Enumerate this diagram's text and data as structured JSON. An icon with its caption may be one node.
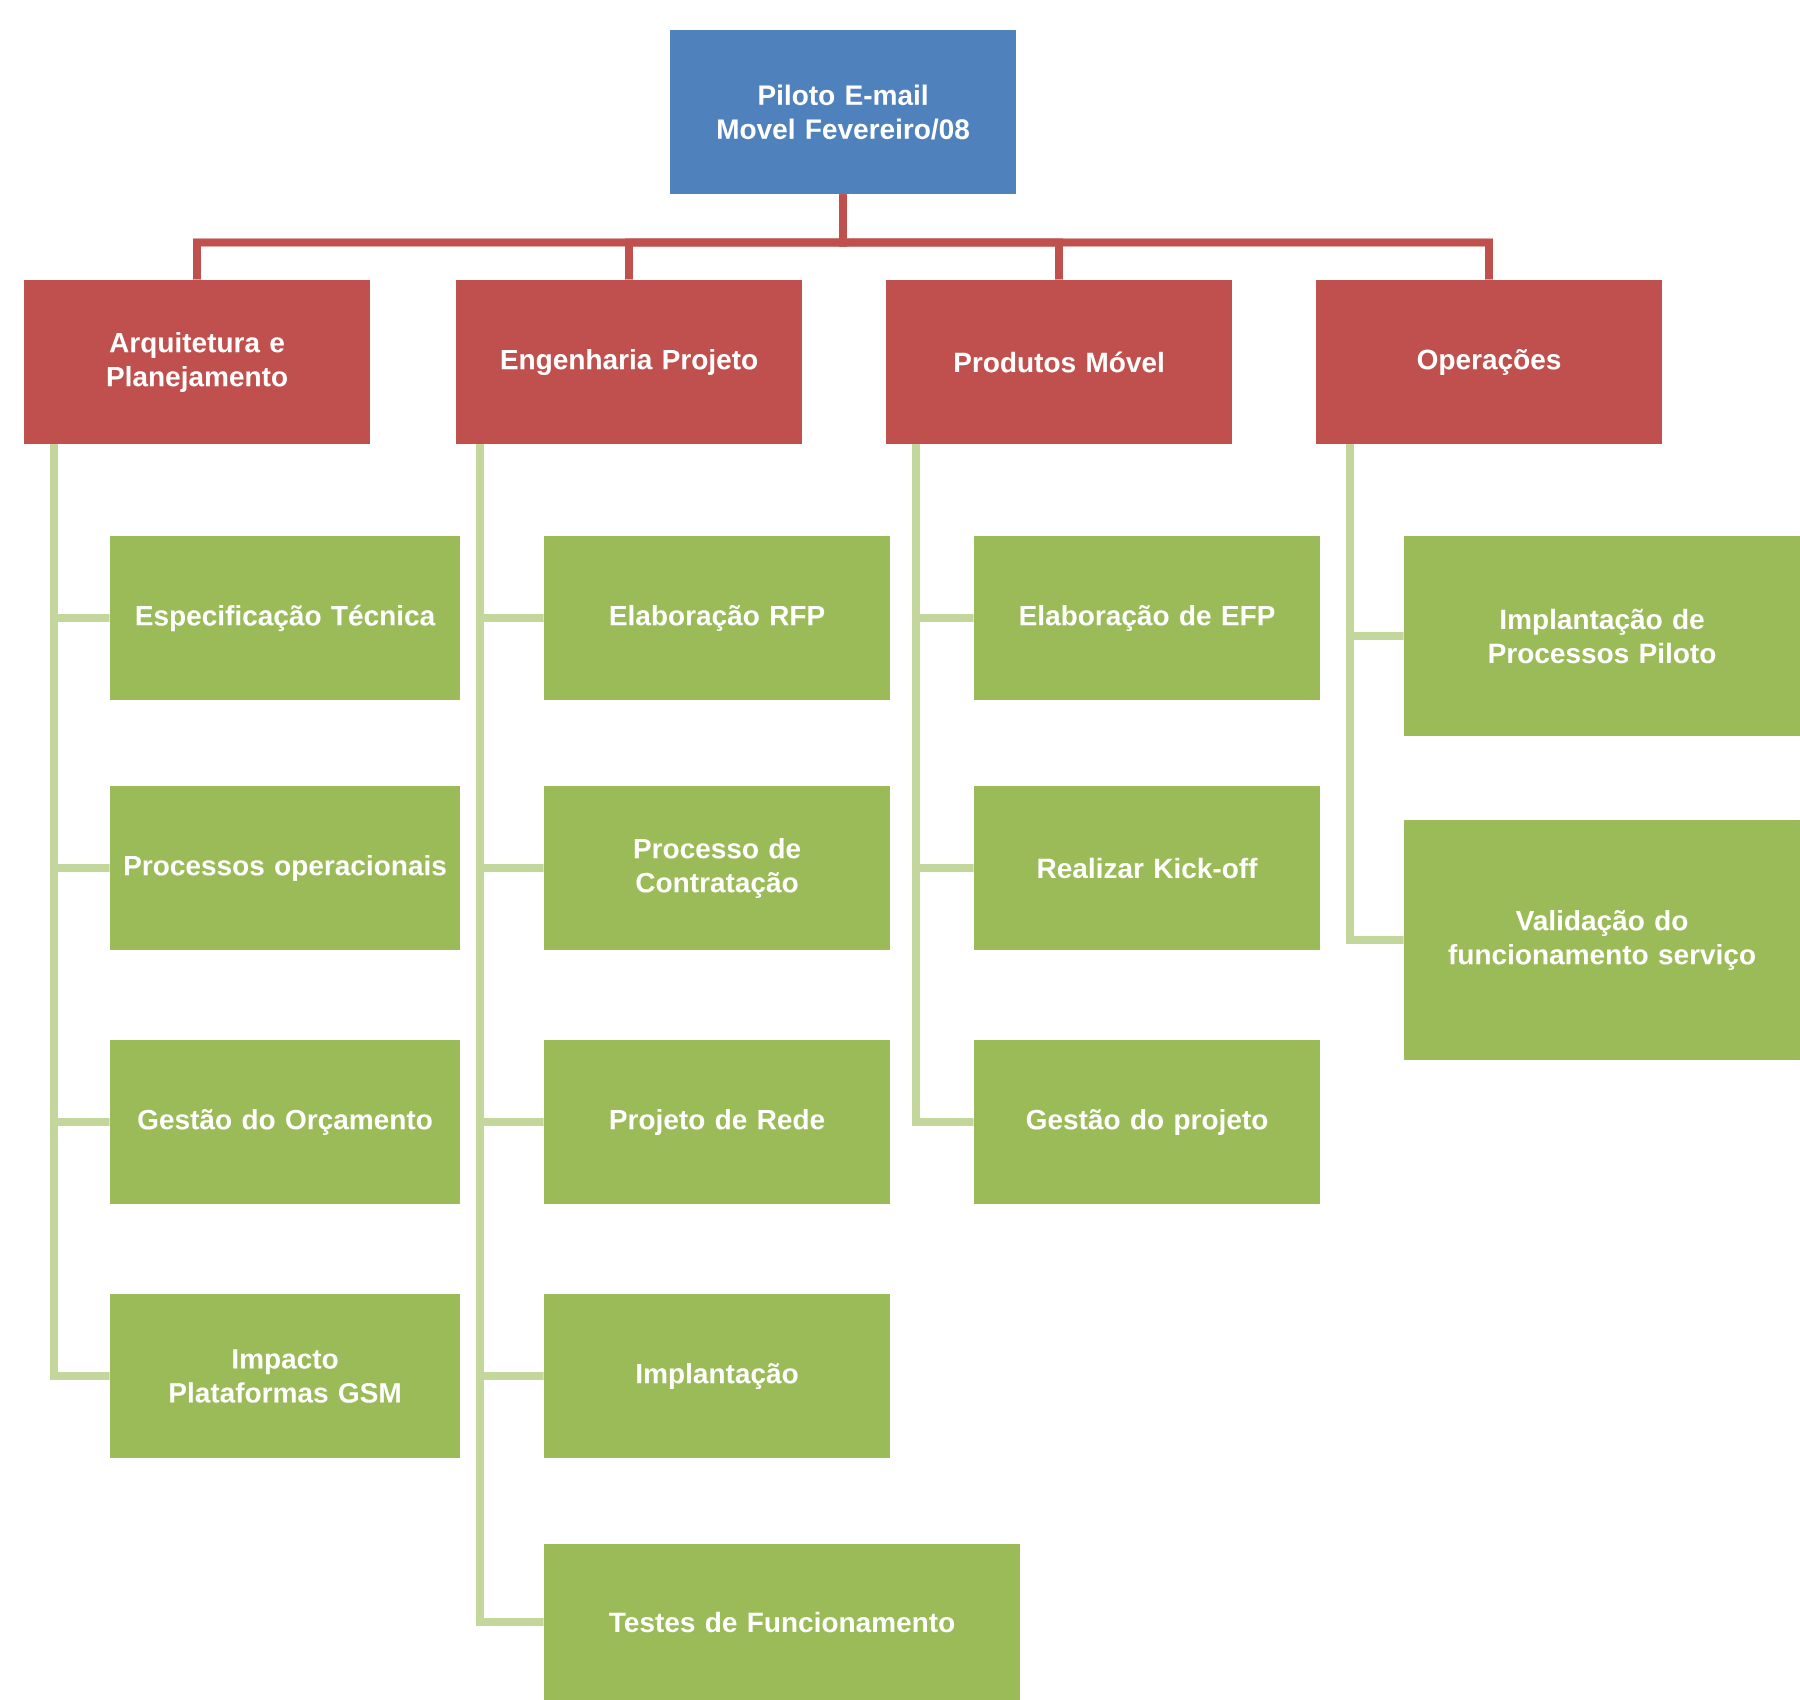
{
  "diagram": {
    "nodes": [
      {
        "text": [
          "Piloto E-mail Movel Fevereiro/08"
        ]
      },
      {
        "text": [
          "Arquitetura e Planejamento"
        ]
      },
      {
        "text": [
          "Engenharia Projeto"
        ]
      },
      {
        "text": [
          "Produtos Móvel"
        ]
      },
      {
        "text": [
          "Operações"
        ]
      },
      {
        "text": [
          "Especificação Técnica"
        ]
      },
      {
        "text": [
          "Processos operacionais"
        ]
      },
      {
        "text": [
          "Gestão do Orçamento"
        ]
      },
      {
        "text": [
          "Impacto Plataformas GSM"
        ]
      },
      {
        "text": [
          "Elaboração RFP"
        ]
      },
      {
        "text": [
          "Processo de Contratação"
        ]
      },
      {
        "text": [
          "Projeto de Rede"
        ]
      },
      {
        "text": [
          "Implantação"
        ]
      },
      {
        "text": [
          "Testes de Funcionamento"
        ]
      },
      {
        "text": [
          "Elaboração de EFP"
        ]
      },
      {
        "text": [
          "Realizar Kick-off"
        ]
      },
      {
        "text": [
          "Gestão do projeto"
        ]
      },
      {
        "text": [
          "Implantação de Processos Piloto"
        ]
      },
      {
        "text": [
          "Validação do funcionamento serviço"
        ]
      }
    ],
    "edges": [
      {
        "from": 0,
        "to": 1,
        "arrow": "none",
        "color": "#c0504d"
      },
      {
        "from": 0,
        "to": 2,
        "arrow": "none",
        "color": "#c0504d"
      },
      {
        "from": 0,
        "to": 3,
        "arrow": "none",
        "color": "#c0504d"
      },
      {
        "from": 0,
        "to": 4,
        "arrow": "none",
        "color": "#c0504d"
      },
      {
        "from": 1,
        "to": 5,
        "arrow": "none"
      },
      {
        "from": 1,
        "to": 6,
        "arrow": "none"
      },
      {
        "from": 1,
        "to": 7,
        "arrow": "none"
      },
      {
        "from": 1,
        "to": 8,
        "arrow": "none"
      },
      {
        "from": 2,
        "to": 9,
        "arrow": "none"
      },
      {
        "from": 2,
        "to": 10,
        "arrow": "none"
      },
      {
        "from": 2,
        "to": 11,
        "arrow": "none"
      },
      {
        "from": 2,
        "to": 12,
        "arrow": "none"
      },
      {
        "from": 2,
        "to": 13,
        "arrow": "none"
      },
      {
        "from": 3,
        "to": 14,
        "arrow": "none"
      },
      {
        "from": 3,
        "to": 15,
        "arrow": "none"
      },
      {
        "from": 3,
        "to": 16,
        "arrow": "none"
      },
      {
        "from": 4,
        "to": 17,
        "arrow": "none"
      },
      {
        "from": 4,
        "to": 18,
        "arrow": "none"
      }
    ]
  }
}
